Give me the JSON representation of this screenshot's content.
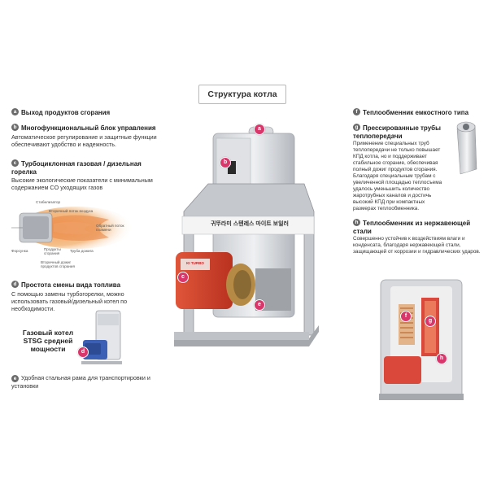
{
  "title": "Структура котла",
  "left_sections": [
    {
      "letter": "a",
      "heading": "Выход продуктов сгорания",
      "text": ""
    },
    {
      "letter": "b",
      "heading": "Многофункциональный блок управления",
      "text": "Автоматическое регулирование и защитные функции обеспечивают удобство и надежность."
    },
    {
      "letter": "c",
      "heading": "Турбоциклонная газовая / дизельная горелка",
      "text": "Высокие экологические показатели с минимальным содержанием CO уходящих газов"
    },
    {
      "letter": "d",
      "heading": "Простота смены вида топлива",
      "text": "С помощью замены турбогорелки, можно использовать газовый/дизельный котел по необходимости."
    },
    {
      "letter": "e",
      "heading": "",
      "text": "Удобная стальная рама для транспортировки и установки"
    }
  ],
  "right_sections": [
    {
      "letter": "f",
      "heading": "Теплообменник емкостного типа",
      "text": ""
    },
    {
      "letter": "g",
      "heading": "Прессированные трубы теплопередачи",
      "text": "Применение специальных труб теплопередачи не только повышает КПД котла, но и поддерживает стабильное сгорание, обеспечивая полный дожиг продуктов сгорания. Благодаря специальным трубам с увеличенной площадью теплосъема удалось уменьшить количество жаротрубных каналов и достичь высокий КПД при компактных размерах теплообменника."
    },
    {
      "letter": "h",
      "heading": "Теплообменник из нержавеющей стали",
      "text": "Совершенно устойчив к воздействиям влаги и конденсата, благодаря нержавеющей стали, защищающей от коррозии и гидравлических ударов."
    }
  ],
  "burner_labels": {
    "stabilizer": "Стабилизатор",
    "secondary_air": "Вторичный поток воздуха",
    "reverse_flame": "Обратный поток пламени",
    "nozzle": "Форсунка",
    "combustion_products": "Продукты сгорания",
    "flame_tube": "Труба дожига",
    "secondary_burn": "Вторичный дожиг продуктов сгорания"
  },
  "stsg_label": "Газовый котел STSG средней мощности",
  "boiler_banner": "귀뚜라미 스텐레스 마이트 보일러",
  "burner_brand": "KI TURBO",
  "callouts": [
    "a",
    "b",
    "c",
    "d",
    "e",
    "f",
    "g",
    "h"
  ],
  "colors": {
    "accent": "#d9366b",
    "badge": "#6a6a6a",
    "burner": "#d8432b"
  }
}
